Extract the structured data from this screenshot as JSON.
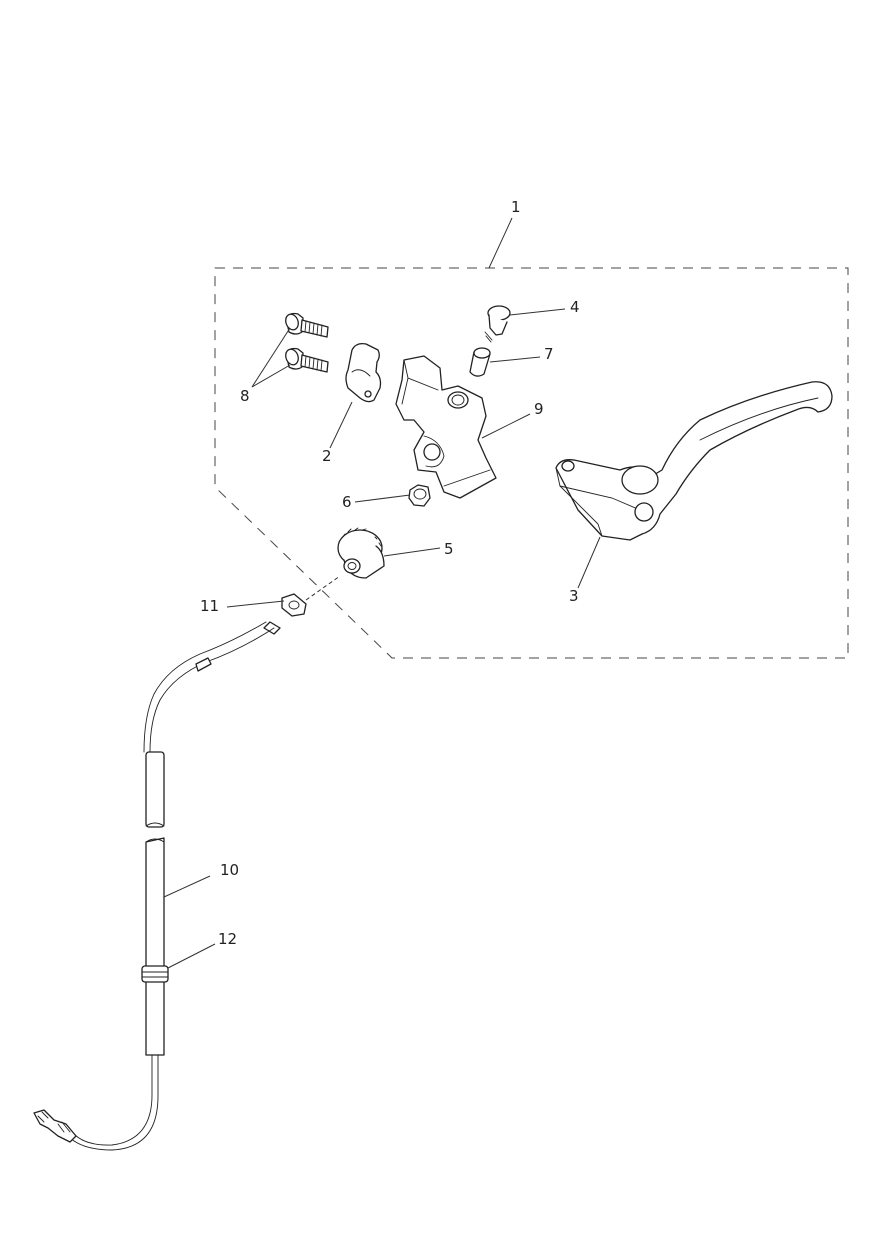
{
  "diagram": {
    "callouts": [
      {
        "id": "c1",
        "label": "1"
      },
      {
        "id": "c2",
        "label": "2"
      },
      {
        "id": "c3",
        "label": "3"
      },
      {
        "id": "c4",
        "label": "4"
      },
      {
        "id": "c5",
        "label": "5"
      },
      {
        "id": "c6",
        "label": "6"
      },
      {
        "id": "c7",
        "label": "7"
      },
      {
        "id": "c8",
        "label": "8"
      },
      {
        "id": "c9",
        "label": "9"
      },
      {
        "id": "c10",
        "label": "10"
      },
      {
        "id": "c11",
        "label": "11"
      },
      {
        "id": "c12",
        "label": "12"
      }
    ],
    "colors": {
      "line": "#222222",
      "background": "#ffffff"
    }
  }
}
